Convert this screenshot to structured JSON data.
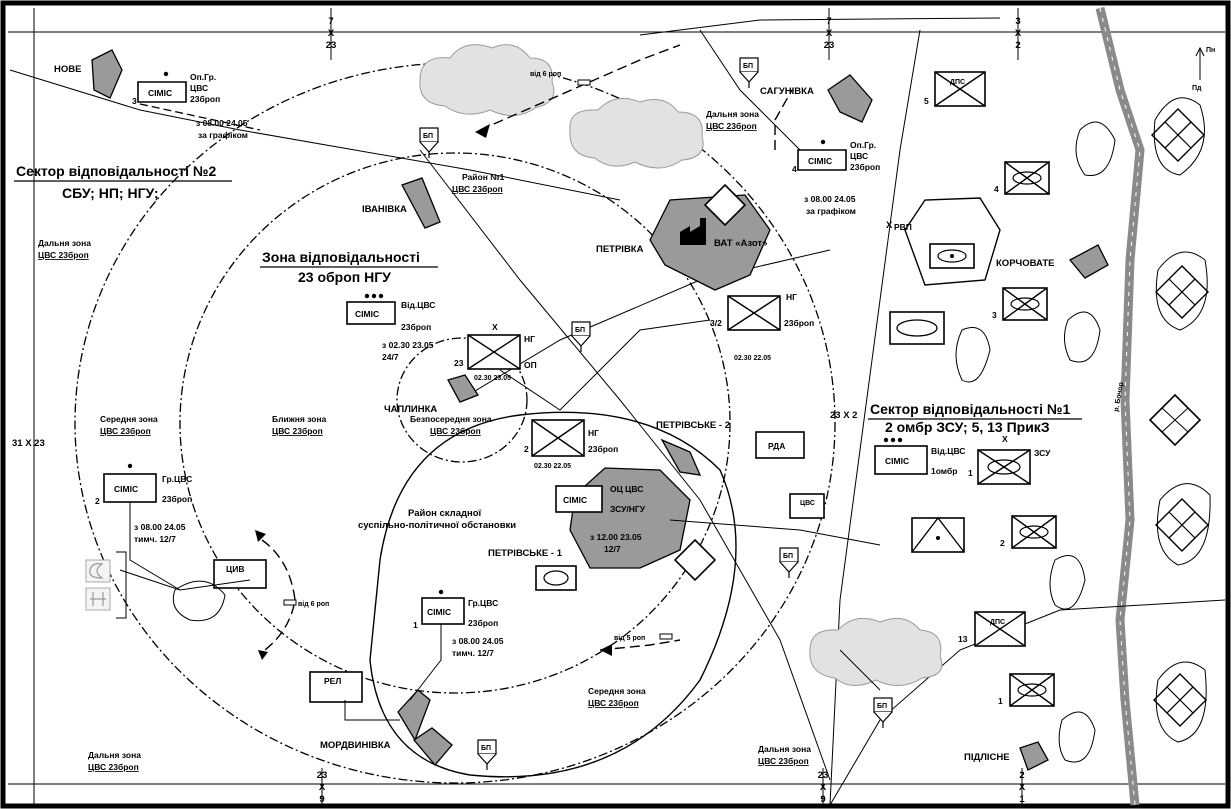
{
  "grid": {
    "top_left": {
      "a": "7",
      "b": "X",
      "c": "23"
    },
    "top_mid": {
      "a": "7",
      "b": "X",
      "c": "23"
    },
    "top_right": {
      "a": "3",
      "b": "X",
      "c": "2"
    },
    "left": "31 X 23",
    "right_mid": "23 X 2",
    "bottom_left": {
      "a": "23",
      "b": "X",
      "c": "9"
    },
    "bottom_mid": {
      "a": "23",
      "b": "X",
      "c": "9"
    },
    "bottom_right": {
      "a": "2",
      "b": "X",
      "c": "1"
    },
    "mid_x": "X"
  },
  "sectors": {
    "s2": {
      "title": "Сектор відповідальності №2",
      "sub": "СБУ; НП; НГУ;"
    },
    "s1": {
      "title": "Сектор відповідальності №1",
      "sub": "2 омбр ЗСУ; 5, 13 ПрикЗ"
    },
    "zone": {
      "title": "Зона відповідальності",
      "sub": "23 оброп НГУ"
    }
  },
  "zones": {
    "far_left": {
      "a": "Дальня зона",
      "b": "ЦВС 23броп"
    },
    "middle_left": {
      "a": "Середня зона",
      "b": "ЦВС 23броп"
    },
    "near": {
      "a": "Ближня зона",
      "b": "ЦВС 23броп"
    },
    "immediate": {
      "a": "Безпосередня зона",
      "b": "ЦВС 23броп"
    },
    "district1": {
      "a": "Район №1",
      "b": "ЦВС 23броп"
    },
    "far_top": {
      "a": "Дальня зона",
      "b": "ЦВС 23броп"
    },
    "middle_bottom": {
      "a": "Середня зона",
      "b": "ЦВС 23броп"
    },
    "far_bottom_left": {
      "a": "Дальня зона",
      "b": "ЦВС 23броп"
    },
    "far_bottom_mid": {
      "a": "Дальня зона",
      "b": "ЦВС 23броп"
    },
    "complex": {
      "a": "Район складної",
      "b": "суспільно-політичної обстановки"
    }
  },
  "villages": {
    "nove": "НОВЕ",
    "sahunivka": "САГУНІВКА",
    "ivanivka": "ІВАНІВКА",
    "petrivka": "ПЕТРІВКА",
    "chaplynka": "ЧАПЛИНКА",
    "petrivske2": "ПЕТРІВСЬКЕ - 2",
    "petrivske1": "ПЕТРІВСЬКЕ - 1",
    "mordvynivka": "МОРДВИНІВКА",
    "korchovate": "КОРЧОВАТЕ",
    "pidlisne": "ПІДЛІСНЕ",
    "azot": "ВАТ «Азот»"
  },
  "units": {
    "simis": "СІМІС",
    "op_gr": "Оп.Гр.",
    "tsvs": "ЦВС",
    "v23": "23броп",
    "vid_tsvs": "Від.ЦВС",
    "gr_tsvs": "Гр.ЦВС",
    "oc_tsvs": "ОЦ ЦВС",
    "zsu_ngu": "ЗСУ/НГУ",
    "omb1": "1омбр",
    "zsu": "ЗСУ",
    "ng": "НГ",
    "op": "ОП",
    "dps": "ДПС",
    "rda": "РДА",
    "rel": "РЕЛ",
    "civ": "ЦИВ",
    "rvp": "РВП",
    "bp": "БП"
  },
  "notes": {
    "nove_time": "з 08.00 24.05",
    "schedule": "за графіком",
    "sah_time": "з 08.00 24.05",
    "vid_time": "з 02.30 23.05",
    "vid_time2": "24/7",
    "t0230_2205": "02.30 22.05",
    "t0230_2305": "02.30 23.05",
    "gr_time": "з 08.00 24.05",
    "gr_time2": "тимч. 12/7",
    "oc_time": "з 12.00 23.05",
    "oc_time2": "12/7",
    "from6": "від 6 роп",
    "from5": "від 5 роп",
    "river": "р. Бочор"
  },
  "numbers": {
    "n1": "1",
    "n2": "2",
    "n3": "3",
    "n4": "4",
    "n5": "5",
    "n13": "13",
    "n23": "23",
    "n32": "3/2"
  },
  "compass": {
    "north": "Пн",
    "south": "Пд"
  },
  "colors": {
    "village": "#9a9a9a",
    "road": "#8a8a8a",
    "cloud": "#e2e2e2"
  }
}
